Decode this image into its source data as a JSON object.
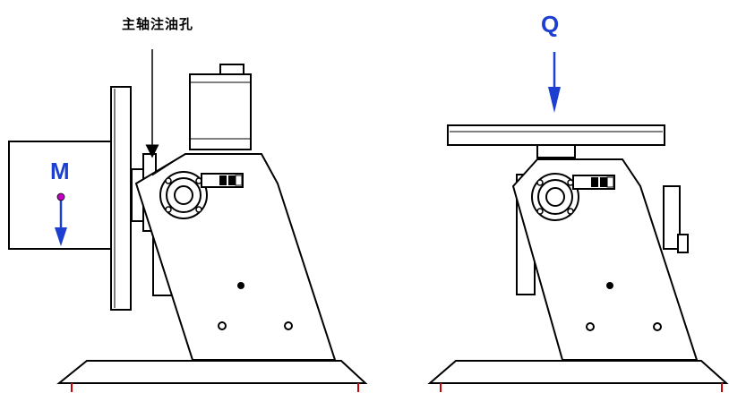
{
  "annotations": {
    "oil_hole_label": "主轴注油孔",
    "moment_label": "M",
    "load_label": "Q"
  },
  "colors": {
    "line": "#000000",
    "load_arrow": "#1d3fd1",
    "moment_point": "#c000c0",
    "foot_mark": "#cc0000",
    "background": "#ffffff"
  },
  "views": {
    "left": "welding-positioner-tilted",
    "right": "welding-positioner-horizontal"
  }
}
